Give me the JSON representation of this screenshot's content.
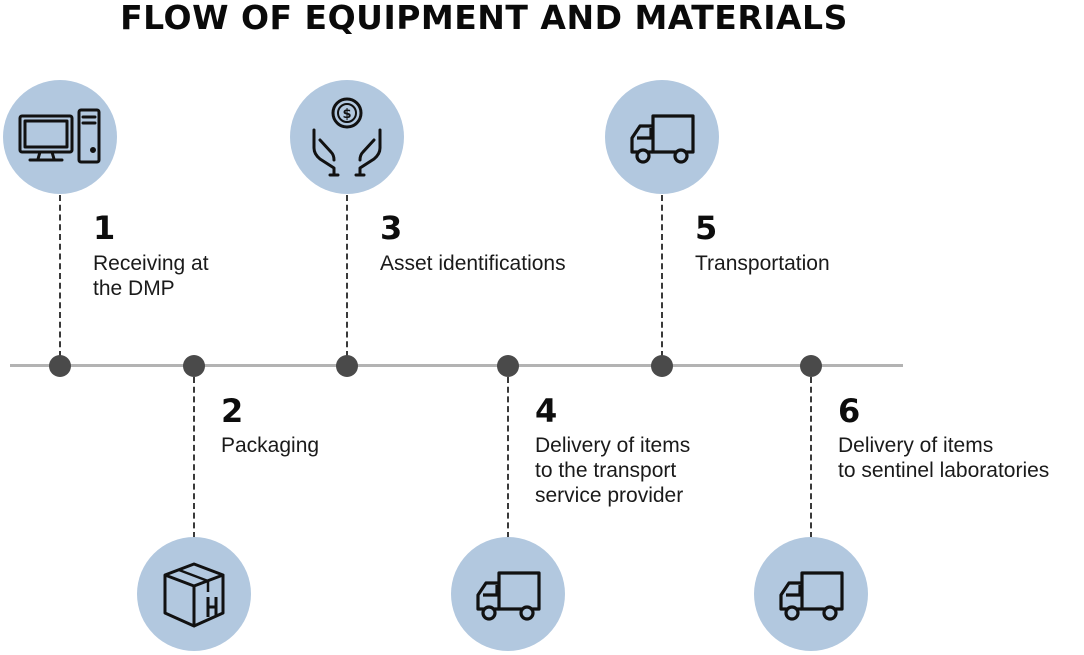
{
  "title": "FLOW OF EQUIPMENT AND MATERIALS",
  "steps": [
    {
      "number": "1",
      "label": "Receiving at\nthe DMP",
      "icon": "computer-icon"
    },
    {
      "number": "2",
      "label": "Packaging",
      "icon": "box-icon"
    },
    {
      "number": "3",
      "label": "Asset identifications",
      "icon": "hands-coin-icon"
    },
    {
      "number": "4",
      "label": "Delivery of items\nto the transport\nservice provider",
      "icon": "truck-icon"
    },
    {
      "number": "5",
      "label": "Transportation",
      "icon": "truck-icon"
    },
    {
      "number": "6",
      "label": "Delivery of items\nto sentinel laboratories",
      "icon": "truck-icon"
    }
  ],
  "colors": {
    "circle": "#b2c8df",
    "node": "#4a4a4a",
    "line": "#b3b3b3"
  }
}
